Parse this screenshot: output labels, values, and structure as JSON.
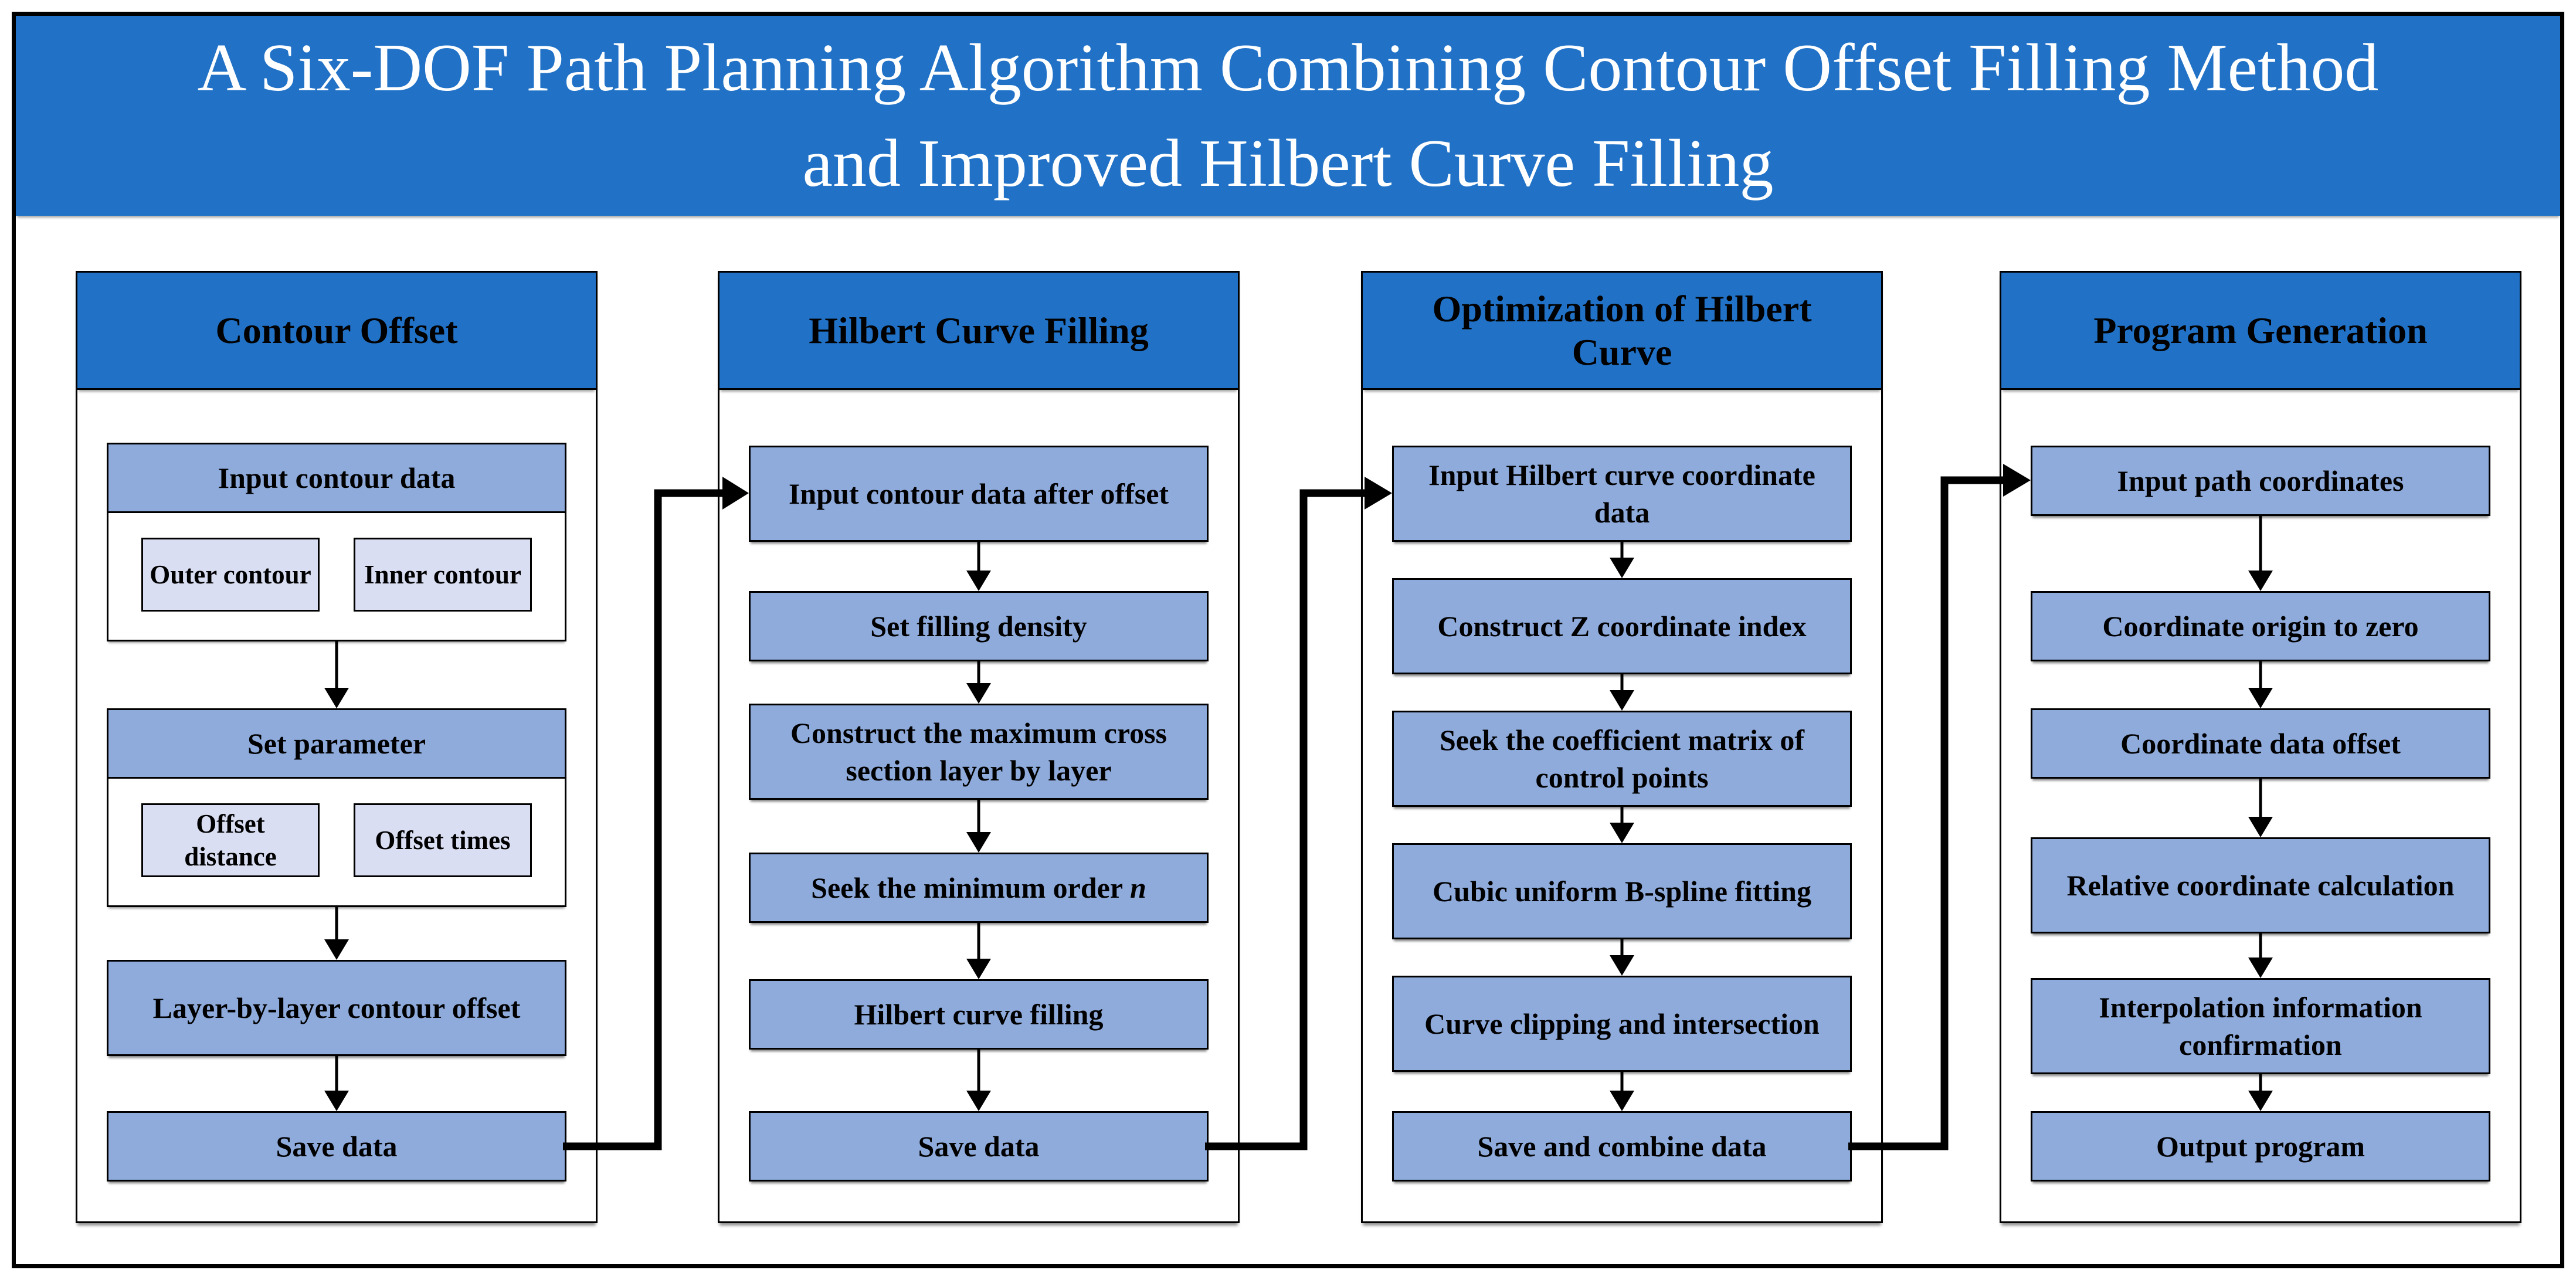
{
  "title": {
    "line1": "A Six-DOF Path Planning Algorithm Combining Contour Offset Filling Method",
    "line2": "and Improved Hilbert Curve Filling"
  },
  "colors": {
    "header_blue": "#2172c7",
    "box_blue": "#8eabdc",
    "light_box_blue": "#d9def2",
    "outline_black": "#000000",
    "title_text": "#ffffff"
  },
  "columns": [
    {
      "header": "Contour Offset",
      "steps": {
        "input_contour_data": "Input contour data",
        "outer_contour": "Outer contour",
        "inner_contour": "Inner contour",
        "set_parameter": "Set parameter",
        "offset_distance": "Offset distance",
        "offset_times": "Offset times",
        "layer_by_layer": "Layer-by-layer contour offset",
        "save_data": "Save data"
      }
    },
    {
      "header": "Hilbert Curve Filling",
      "steps": {
        "input_contour_after_offset": "Input contour data after offset",
        "set_filling_density": "Set filling density",
        "construct_max_cross_section": "Construct the maximum cross section layer by layer",
        "seek_min_order": "Seek the minimum order",
        "seek_min_order_italic": "n",
        "hilbert_curve_filling": "Hilbert curve filling",
        "save_data": "Save data"
      }
    },
    {
      "header": "Optimization of Hilbert Curve",
      "steps": {
        "input_hilbert_coordinate": "Input Hilbert curve coordinate data",
        "construct_z_index": "Construct Z coordinate index",
        "seek_coefficient_matrix": "Seek the coefficient matrix of control points",
        "cubic_bspline_fitting": "Cubic uniform B-spline fitting",
        "curve_clipping": "Curve clipping and intersection",
        "save_combine": "Save and combine data"
      }
    },
    {
      "header": "Program Generation",
      "steps": {
        "input_path_coordinates": "Input path coordinates",
        "origin_to_zero": "Coordinate origin to zero",
        "coordinate_data_offset": "Coordinate data offset",
        "relative_coordinate_calc": "Relative coordinate calculation",
        "interpolation_confirmation": "Interpolation information confirmation",
        "output_program": "Output program"
      }
    }
  ]
}
